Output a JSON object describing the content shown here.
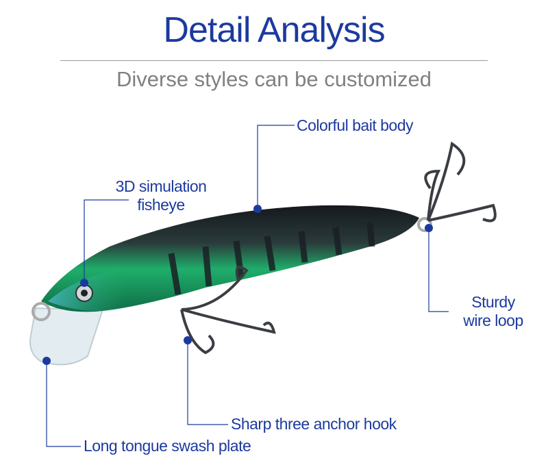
{
  "header": {
    "title": "Detail Analysis",
    "subtitle": "Diverse styles can be customized"
  },
  "callouts": {
    "body": "Colorful bait body",
    "eye_line1": "3D simulation",
    "eye_line2": "fisheye",
    "loop_line1": "Sturdy",
    "loop_line2": "wire loop",
    "hook": "Sharp three anchor hook",
    "plate": "Long tongue swash plate"
  },
  "colors": {
    "accent": "#1c3a9e",
    "subtitle": "#808080",
    "lure_green": "#1fae6a",
    "lure_dark": "#1a1f25"
  }
}
